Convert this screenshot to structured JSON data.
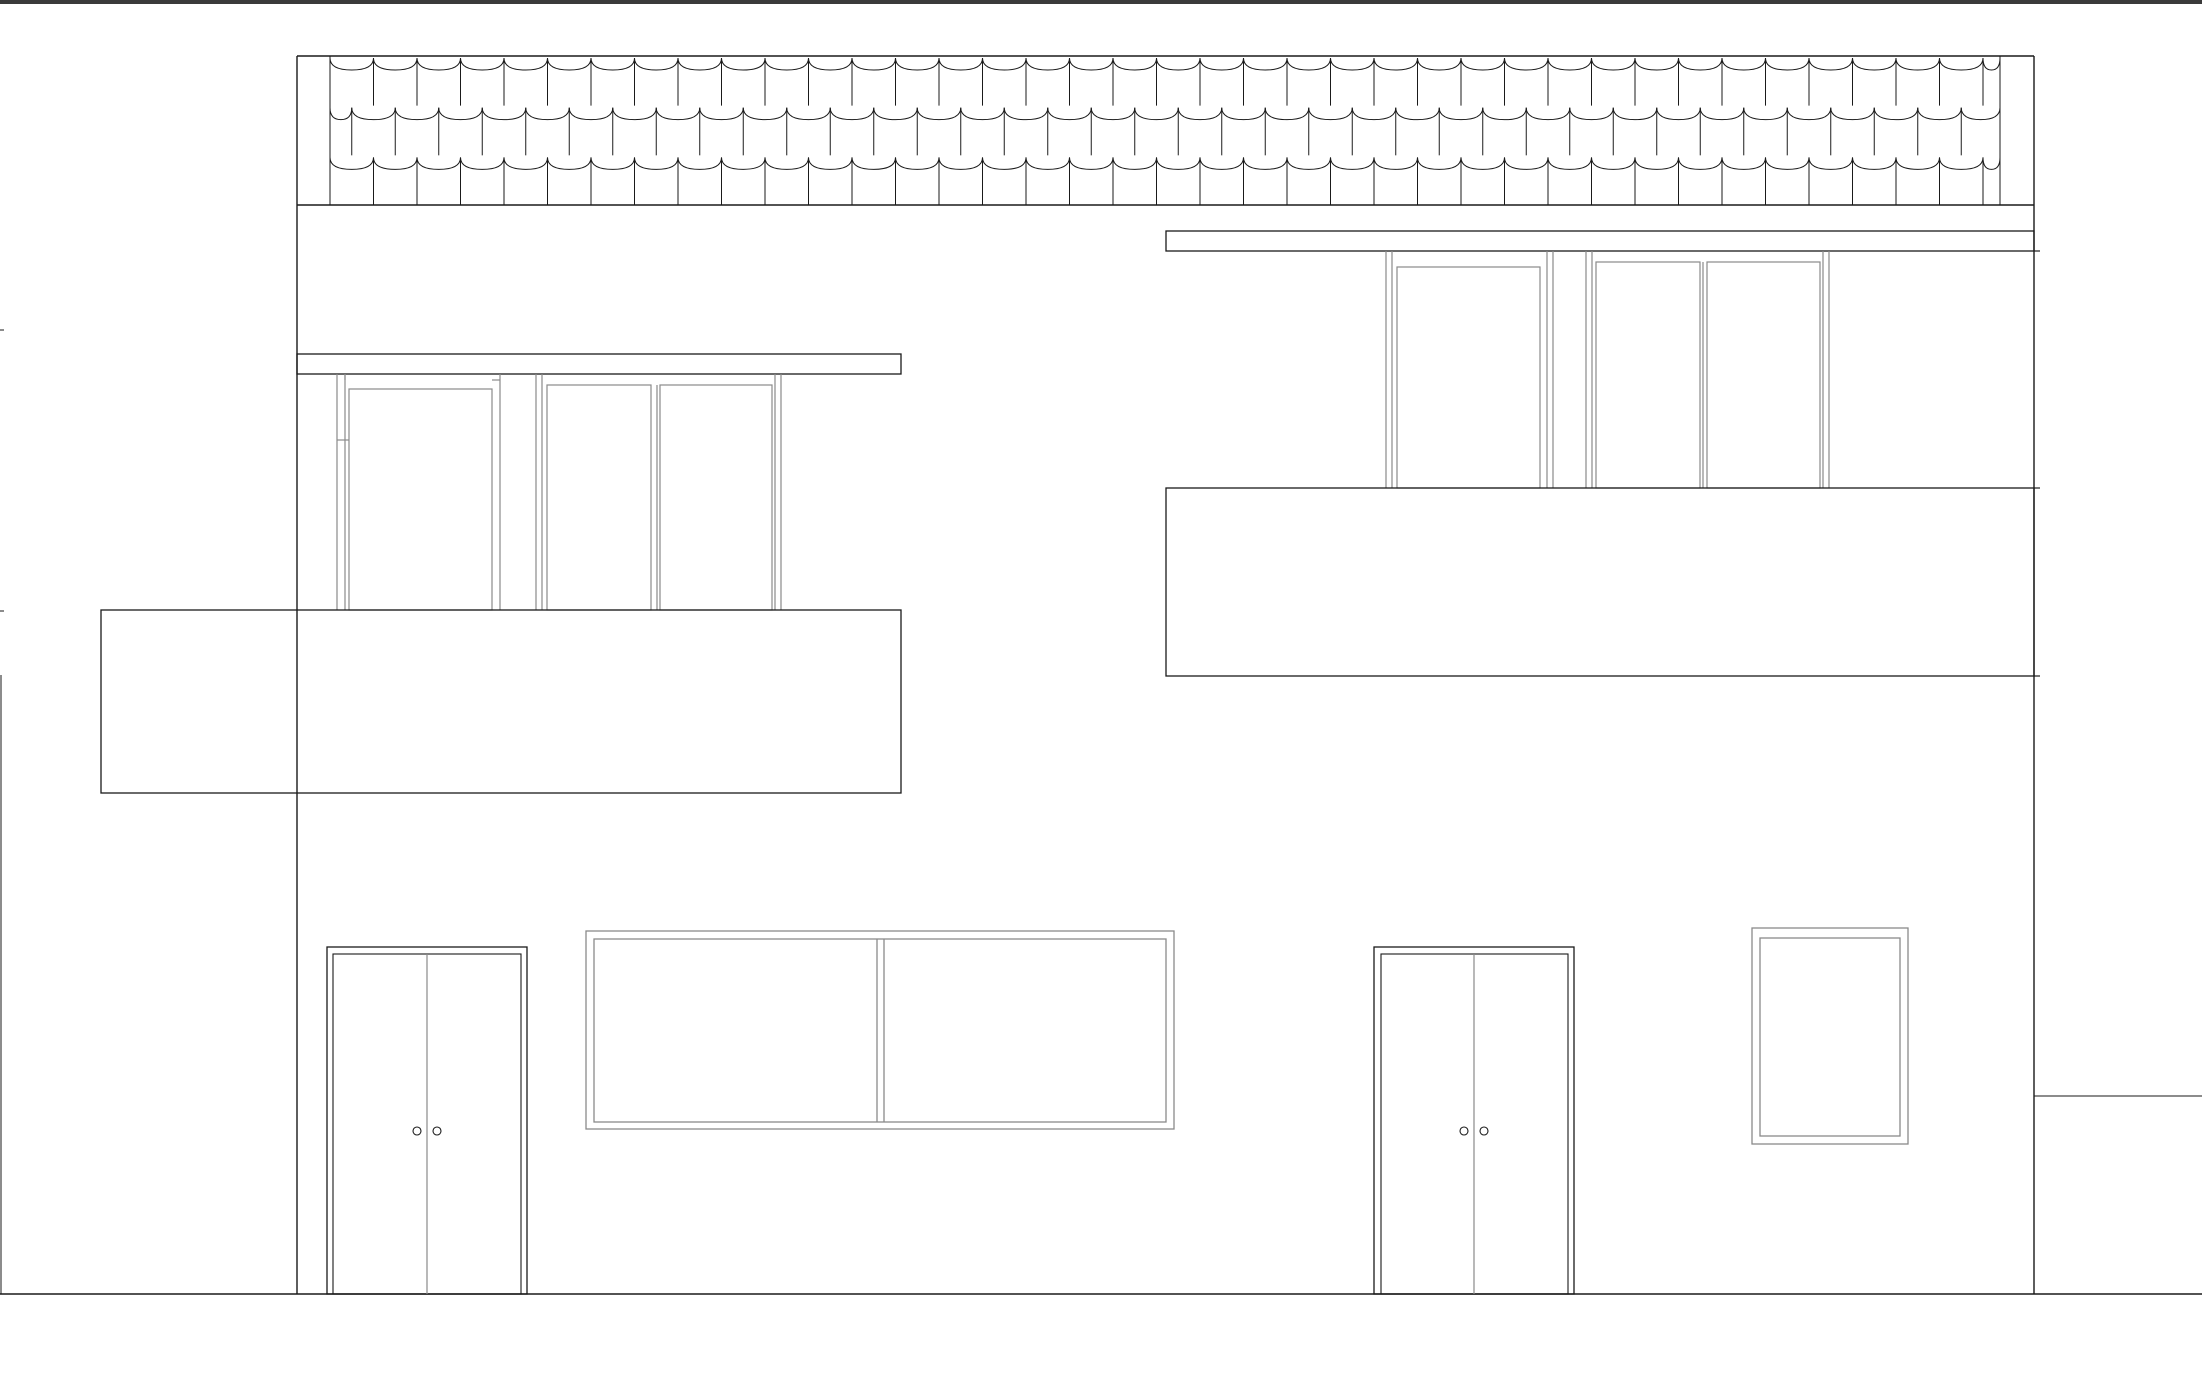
{
  "drawing": {
    "view": "front-elevation",
    "colors": {
      "background": "#ffffff",
      "line_dark": "#1a1a1a",
      "line_light": "#8a8a8a",
      "top_bar": "#3a3a3a"
    },
    "roof": {
      "type": "scalloped-tile",
      "rows": 3
    },
    "elements": [
      "roof-tiles",
      "upper-left-balcony",
      "upper-right-balcony",
      "ground-left-door",
      "ground-wide-window",
      "ground-right-door",
      "ground-small-window"
    ]
  }
}
